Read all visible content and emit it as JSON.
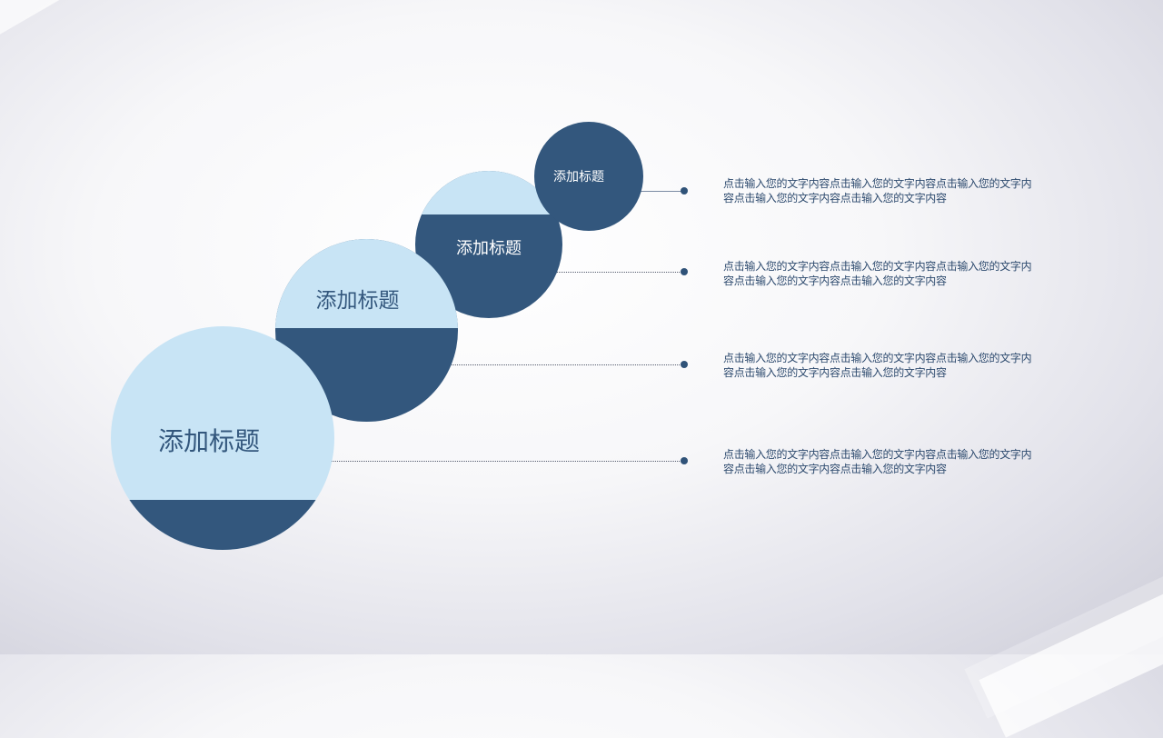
{
  "colors": {
    "dark_blue": "#33577d",
    "light_blue": "#c8e4f5",
    "text_dark": "#2d4a6e",
    "text_light": "#ffffff"
  },
  "steps": [
    {
      "title": "添加标题",
      "description": "点击输入您的文字内容点击输入您的文字内容点击输入您的文字内容点击输入您的文字内容点击输入您的文字内容"
    },
    {
      "title": "添加标题",
      "description": "点击输入您的文字内容点击输入您的文字内容点击输入您的文字内容点击输入您的文字内容点击输入您的文字内容"
    },
    {
      "title": "添加标题",
      "description": "点击输入您的文字内容点击输入您的文字内容点击输入您的文字内容点击输入您的文字内容点击输入您的文字内容"
    },
    {
      "title": "添加标题",
      "description": "点击输入您的文字内容点击输入您的文字内容点击输入您的文字内容点击输入您的文字内容点击输入您的文字内容"
    }
  ]
}
